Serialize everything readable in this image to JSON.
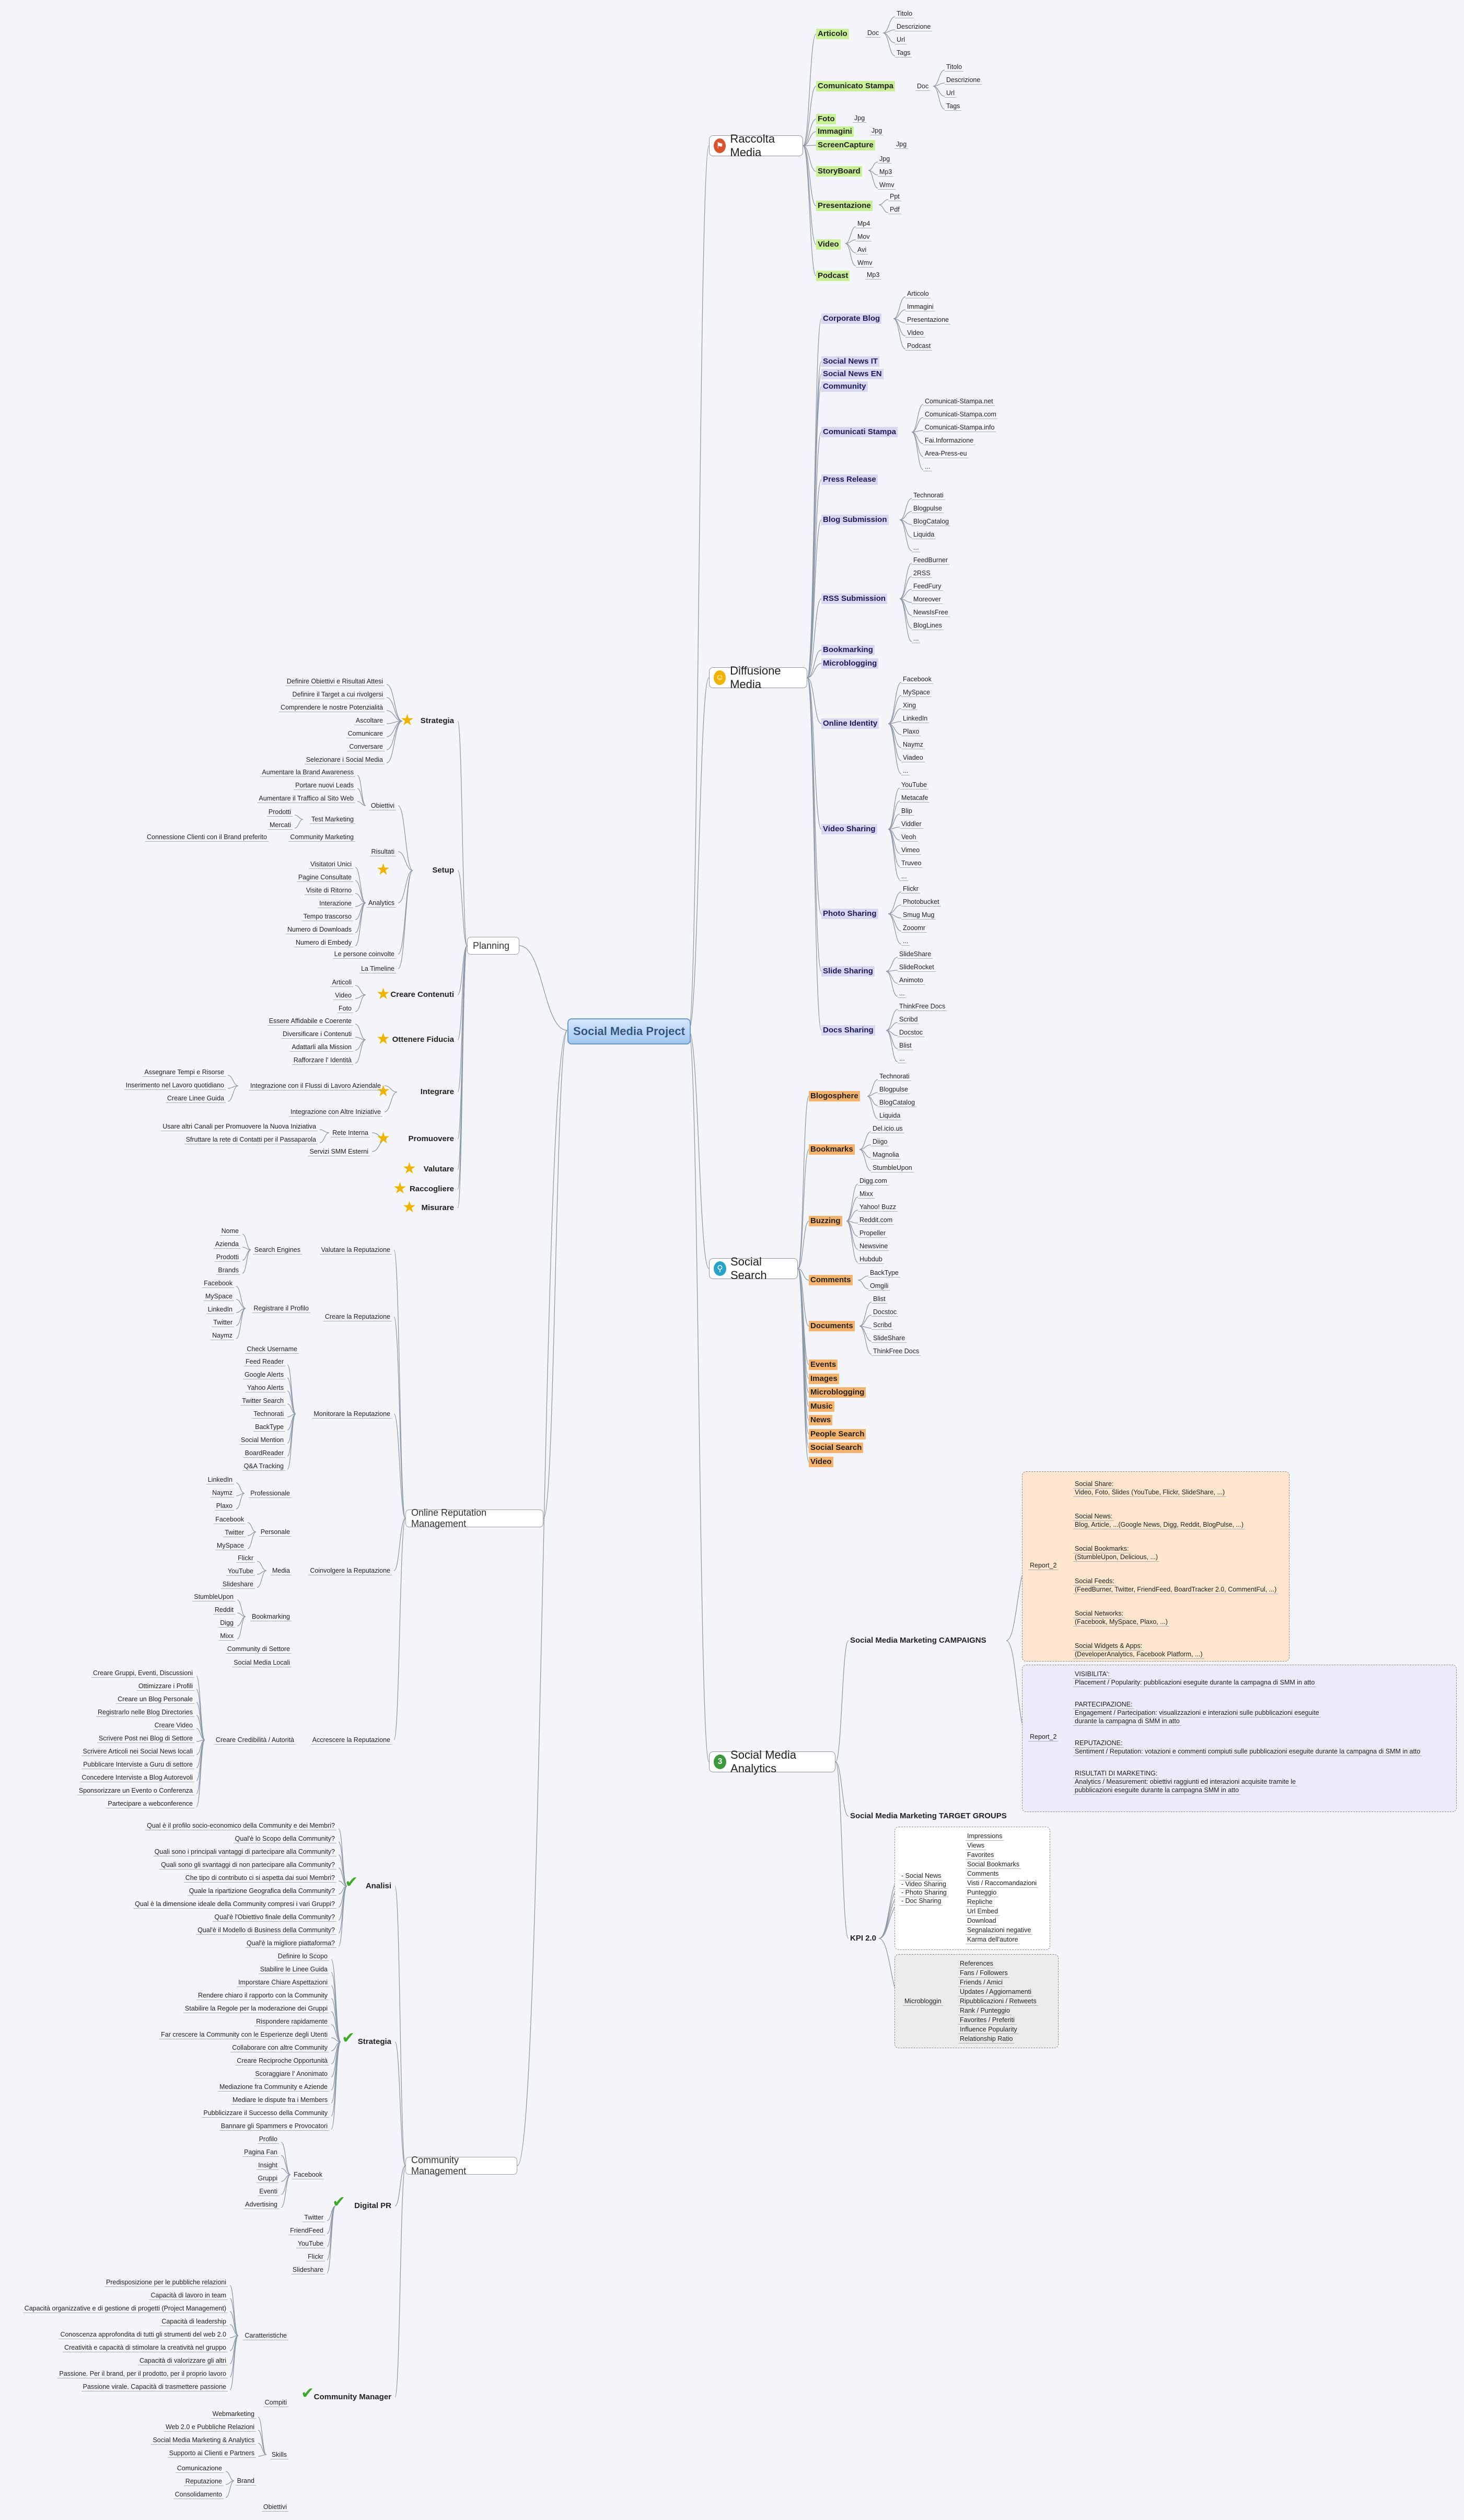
{
  "central": "Social Media Project",
  "main": {
    "raccolta": "Raccolta Media",
    "diffusione": "Diffusione Media",
    "search": "Social Search",
    "analytics": "Social Media Analytics",
    "planning": "Planning",
    "orm": "Online Reputation Management",
    "community": "Community Management"
  },
  "raccolta": {
    "articolo": "Articolo",
    "doc": "Doc",
    "articolo_doc": [
      "Titolo",
      "Descrizione",
      "Url",
      "Tags"
    ],
    "comunicato": "Comunicato Stampa",
    "comunicato_doc": [
      "Titolo",
      "Descrizione",
      "Url",
      "Tags"
    ],
    "foto": "Foto",
    "foto_ext": "Jpg",
    "immagini": "Immagini",
    "immagini_ext": "Jpg",
    "screencapture": "ScreenCapture",
    "screen_ext": "Jpg",
    "storyboard": "StoryBoard",
    "story_ext": [
      "Jpg",
      "Mp3",
      "Wmv"
    ],
    "presentazione": "Presentazione",
    "pres_ext": [
      "Ppt",
      "Pdf"
    ],
    "video": "Video",
    "video_ext": [
      "Mp4",
      "Mov",
      "Avi",
      "Wmv"
    ],
    "podcast": "Podcast",
    "podcast_ext": "Mp3"
  },
  "diffusione": {
    "corporate": "Corporate Blog",
    "corporate_items": [
      "Articolo",
      "Immagini",
      "Presentazione",
      "Video",
      "Podcast"
    ],
    "social_it": "Social News IT",
    "social_en": "Social News EN",
    "community": "Community",
    "comunicati": "Comunicati Stampa",
    "comunicati_items": [
      "Comunicati-Stampa.net",
      "Comunicati-Stampa.com",
      "Comunicati-Stampa.info",
      "Fai.Informazione",
      "Area-Press-eu",
      "..."
    ],
    "press": "Press Release",
    "blogsub": "Blog Submission",
    "blogsub_items": [
      "Technorati",
      "Blogpulse",
      "BlogCatalog",
      "Liquida",
      "..."
    ],
    "rss": "RSS Submission",
    "rss_items": [
      "FeedBurner",
      "2RSS",
      "FeedFury",
      "Moreover",
      "NewsIsFree",
      "BlogLines",
      "..."
    ],
    "bookmarking": "Bookmarking",
    "microblogging": "Microblogging",
    "identity": "Online Identity",
    "identity_items": [
      "Facebook",
      "MySpace",
      "Xing",
      "LinkedIn",
      "Plaxo",
      "Naymz",
      "Viadeo",
      "..."
    ],
    "videoshare": "Video Sharing",
    "videoshare_items": [
      "YouTube",
      "Metacafe",
      "Blip",
      "Viddler",
      "Veoh",
      "Vimeo",
      "Truveo",
      "..."
    ],
    "photoshare": "Photo Sharing",
    "photoshare_items": [
      "Flickr",
      "Photobucket",
      "Smug Mug",
      "Zooomr",
      "..."
    ],
    "slideshare": "Slide Sharing",
    "slideshare_items": [
      "SlideShare",
      "SlideRocket",
      "Animoto",
      "..."
    ],
    "docshare": "Docs Sharing",
    "docshare_items": [
      "ThinkFree Docs",
      "Scribd",
      "Docstoc",
      "Blist",
      "..."
    ]
  },
  "search": {
    "blogosphere": "Blogosphere",
    "blogosphere_items": [
      "Technorati",
      "Blogpulse",
      "BlogCatalog",
      "Liquida"
    ],
    "bookmarks": "Bookmarks",
    "bookmarks_items": [
      "Del.icio.us",
      "Diigo",
      "Magnolia",
      "StumbleUpon"
    ],
    "buzzing": "Buzzing",
    "buzzing_items": [
      "Digg.com",
      "Mixx",
      "Yahoo! Buzz",
      "Reddit.com",
      "Propeller",
      "Newsvine",
      "Hubdub"
    ],
    "comments": "Comments",
    "comments_items": [
      "BackType",
      "Omgili"
    ],
    "documents": "Documents",
    "documents_items": [
      "Blist",
      "Docstoc",
      "Scribd",
      "SlideShare",
      "ThinkFree Docs"
    ],
    "single": [
      "Events",
      "Images",
      "Microblogging",
      "Music",
      "News",
      "People Search",
      "Social Search",
      "Video"
    ]
  },
  "analytics": {
    "campaigns": "Social Media Marketing CAMPAIGNS",
    "report": "Report_2",
    "report1": [
      [
        "Social Share:",
        "Video, Foto, Slides (YouTube, Flickr, SlideShare, ...)"
      ],
      [
        "Social News:",
        "Blog, Article, ...(Google News, Digg, Reddit, BlogPulse, ...)"
      ],
      [
        "Social Bookmarks:",
        "(StumbleUpon, Delicious, ...)"
      ],
      [
        "Social Feeds:",
        "(FeedBurner, Twitter, FriendFeed, BoardTracker 2.0, CommentFul, ...)"
      ],
      [
        "Social Networks:",
        "(Facebook, MySpace, Plaxo, ...)"
      ],
      [
        "Social Widgets & Apps:",
        "(DeveloperAnalytics, Facebook Platform, ...)"
      ]
    ],
    "report2": [
      [
        "VISIBILITA':",
        "Placement / Popularity: pubblicazioni eseguite durante la campagna di SMM in atto"
      ],
      [
        "PARTECIPAZIONE:",
        "Engagement / Partecipation: visualizzazioni e interazioni sulle pubblicazioni eseguite",
        "durante la campagna di SMM in atto"
      ],
      [
        "REPUTAZIONE:",
        "Sentiment / Reputation: votazioni e commenti compiuti sulle pubblicazioni eseguite durante la campagna di SMM in atto"
      ],
      [
        "RISULTATI DI MARKETING:",
        "Analytics / Measurement: obiettivi raggiunti ed interazioni acquisite tramite le",
        "pubblicazioni eseguite durante la campagna SMM in atto"
      ]
    ],
    "target": "Social Media Marketing TARGET GROUPS",
    "kpi": "KPI 2.0",
    "kpi_social": [
      "- Social News",
      "- Video Sharing",
      "- Photo Sharing",
      "- Doc Sharing"
    ],
    "kpi_metrics": [
      "Impressions",
      "Views",
      "Favorites",
      "Social Bookmarks",
      "Comments",
      "Visti / Raccomandazioni",
      "Punteggio",
      "Repliche",
      "Url Embed",
      "Download",
      "Segnalazioni negative",
      "Karma dell'autore"
    ],
    "micro": "Microbloggin",
    "micro_metrics": [
      "References",
      "Fans / Followers",
      "Friends / Amici",
      "Updates / Aggiornamenti",
      "Ripubblicazioni / Retweets",
      "Rank / Punteggio",
      "Favorites / Preferiti",
      "Influence Popularity",
      "Relationship Ratio"
    ]
  },
  "planning": {
    "strategia": "Strategia",
    "strategia_items": [
      "Definire Obiettivi e Risultati Attesi",
      "Definire il Target a cui rivolgersi",
      "Comprendere le nostre Potenzialità",
      "Ascoltare",
      "Comunicare",
      "Conversare",
      "Selezionare i Social Media"
    ],
    "setup": "Setup",
    "obiettivi": "Obiettivi",
    "obiettivi_items": [
      "Aumentare la Brand Awareness",
      "Portare nuovi Leads",
      "Aumentare il Traffico al Sito Web"
    ],
    "test": "Test Marketing",
    "test_items": [
      "Prodotti",
      "Mercati"
    ],
    "community_mkt": "Community Marketing",
    "community_item": "Connessione Clienti con il Brand preferito",
    "risultati": "Risultati",
    "analytics": "Analytics",
    "analytics_items": [
      "Visitatori Unici",
      "Pagine Consultate",
      "Visite di Ritorno",
      "Interazione",
      "Tempo trascorso",
      "Numero di Downloads",
      "Numero di Embedy"
    ],
    "persone": "Le persone coinvolte",
    "timeline": "La Timeline",
    "creare": "Creare Contenuti",
    "creare_items": [
      "Articoli",
      "Video",
      "Foto"
    ],
    "fiducia": "Ottenere Fiducia",
    "fiducia_items": [
      "Essere Affidabile e Coerente",
      "Diversificare i Contenuti",
      "Adattarli alla Mission",
      "Rafforzare l' Identità"
    ],
    "integrare": "Integrare",
    "flussi": "Integrazione con il Flussi di Lavoro Aziendale",
    "flussi_items": [
      "Assegnare Tempi e Risorse",
      "Inserimento nel Lavoro quotidiano",
      "Creare Linee Guida"
    ],
    "altre": "Integrazione con Altre Iniziative",
    "promuovere": "Promuovere",
    "rete": "Rete Interna",
    "rete_items": [
      "Usare altri Canali per Promuovere la Nuova Iniziativa",
      "Sfruttare la rete di Contatti per il Passaparola"
    ],
    "servizi": "Servizi SMM Esterni",
    "valutare": "Valutare",
    "raccogliere": "Raccogliere",
    "misurare": "Misurare"
  },
  "orm": {
    "valutare": "Valutare la Reputazione",
    "search_engines": "Search Engines",
    "search_items": [
      "Nome",
      "Azienda",
      "Prodotti",
      "Brands"
    ],
    "creare": "Creare la Reputazione",
    "registrare": "Registrare il Profilo",
    "registrare_items": [
      "Facebook",
      "MySpace",
      "LinkedIn",
      "Twitter",
      "Naymz"
    ],
    "check": "Check Username",
    "monitorare": "Monitorare la Reputazione",
    "monitorare_items": [
      "Feed Reader",
      "Google Alerts",
      "Yahoo Alerts",
      "Twitter Search",
      "Technorati",
      "BackType",
      "Social Mention",
      "BoardReader",
      "Q&A Tracking"
    ],
    "coinvolgere": "Coinvolgere la Reputazione",
    "professionale": "Professionale",
    "professionale_items": [
      "LinkedIn",
      "Naymz",
      "Plaxo"
    ],
    "personale": "Personale",
    "personale_items": [
      "Facebook",
      "Twitter",
      "MySpace"
    ],
    "media": "Media",
    "media_items": [
      "Flickr",
      "YouTube",
      "Slideshare"
    ],
    "bookmarking": "Bookmarking",
    "bookmarking_items": [
      "StumbleUpon",
      "Reddit",
      "Digg",
      "Mixx"
    ],
    "community_settore": "Community di Settore",
    "media_locali": "Social Media Locali",
    "accrescere": "Accrescere la Reputazione",
    "credibilita": "Creare Credibilità / Autorità",
    "credibilita_items": [
      "Creare Gruppi, Eventi, Discussioni",
      "Ottimizzare i Profili",
      "Creare un Blog Personale",
      "Registrarlo nelle Blog Directories",
      "Creare Video",
      "Scrivere Post nei Blog di Settore",
      "Scrivere Articoli nei Social News locali",
      "Pubblicare Interviste a Guru di settore",
      "Concedere Interviste a Blog Autorevoli",
      "Sponsorizzare un Evento o Conferenza",
      "Partecipare a webconference"
    ]
  },
  "community": {
    "analisi": "Analisi",
    "analisi_items": [
      "Qual è il profilo socio-economico della Community e dei Membri?",
      "Qual'è lo Scopo della Community?",
      "Quali sono i principali vantaggi di partecipare alla Community?",
      "Quali sono gli svantaggi di non partecipare alla Community?",
      "Che tipo di contributo ci si aspetta dai suoi Membri?",
      "Quale la ripartizione Geografica della Community?",
      "Qual è la dimensione ideale della Community compresi i vari Gruppi?",
      "Qual'è l'Obiettivo finale della Community?",
      "Qual'è il Modello di Business della Community?",
      "Qual'è la migliore piattaforma?"
    ],
    "strategia": "Strategia",
    "strategia_items": [
      "Definire lo Scopo",
      "Stabilire le Linee Guida",
      "Imporstare Chiare Aspettazioni",
      "Rendere chiaro il rapporto con la Community",
      "Stabilire la Regole per la moderazione dei Gruppi",
      "Rispondere rapidamente",
      "Far crescere la Community con le Esperienze degli Utenti",
      "Collaborare con altre Community",
      "Creare Reciproche Opportunità",
      "Scoraggiare l' Anonimato",
      "Mediazione fra Community e Aziende",
      "Mediare le dispute fra i Members",
      "Pubblicizzare il Successo della Community",
      "Bannare gli Spammers e Provocatori"
    ],
    "digital": "Digital PR",
    "facebook": "Facebook",
    "facebook_items": [
      "Profilo",
      "Pagina Fan",
      "Insight",
      "Gruppi",
      "Eventi",
      "Advertising"
    ],
    "digital_items": [
      "Twitter",
      "FriendFeed",
      "YouTube",
      "Flickr",
      "Slideshare"
    ],
    "manager": "Community Manager",
    "caratteristiche": "Caratteristiche",
    "caratteristiche_items": [
      "Predisposizione per le pubbliche relazioni",
      "Capacità di lavoro in team",
      "Capacità organizzative e di gestione di progetti (Project Management)",
      "Capacità di leadership",
      "Conoscenza approfondita di tutti gli strumenti del web 2.0",
      "Creatività e capacità di stimolare la creatività nel gruppo",
      "Capacità di valorizzare gli altri",
      "Passione. Per il brand, per il prodotto, per il proprio lavoro",
      "Passione virale. Capacità di trasmettere passione"
    ],
    "compiti": "Compiti",
    "skills": "Skills",
    "skills_items": [
      "Webmarketing",
      "Web 2.0 e Pubbliche Relazioni",
      "Social Media Marketing & Analytics",
      "Supporto ai Clienti e Partners"
    ],
    "brand": "Brand",
    "brand_items": [
      "Comunicazione",
      "Reputazione",
      "Consolidamento"
    ],
    "obiettivi": "Obiettivi"
  },
  "colors": {
    "green": "#c9ef97",
    "purple": "#d8d8f2",
    "orange": "#f5b36d",
    "central": "#a3c6ef"
  }
}
